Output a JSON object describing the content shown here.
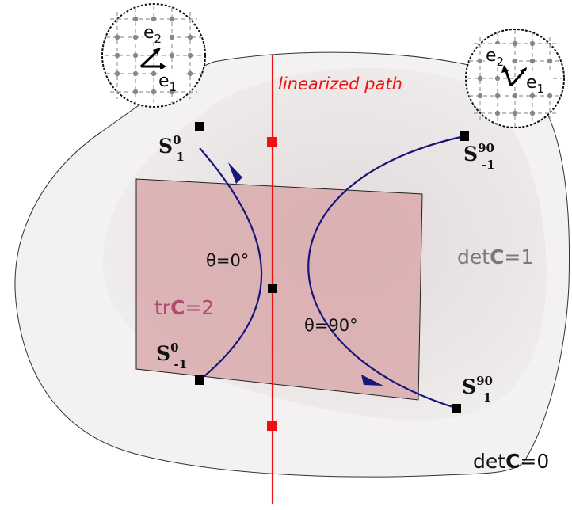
{
  "labels": {
    "linearized_path": "linearized path",
    "det_c_one_prefix": "det",
    "det_c_one_bold": "C",
    "det_c_one_suffix": "=1",
    "det_c_zero_prefix": "det",
    "det_c_zero_bold": "C",
    "det_c_zero_suffix": "=0",
    "tr_c_prefix": "tr",
    "tr_c_bold": "C",
    "tr_c_suffix": "=2",
    "theta_0": "θ=0°",
    "theta_90": "θ=90°"
  },
  "points": {
    "s0_1": {
      "base": "S",
      "sup": "0",
      "sub": "1"
    },
    "s0_m1": {
      "base": "S",
      "sup": "0",
      "sub": "-1"
    },
    "s90_m1": {
      "base": "S",
      "sup": "90",
      "sub": "-1"
    },
    "s90_1": {
      "base": "S",
      "sup": "90",
      "sub": "1"
    }
  },
  "lattice_insets": {
    "left": {
      "e1": "e",
      "e1_sub": "1",
      "e2": "e",
      "e2_sub": "2"
    },
    "right": {
      "e1": "e",
      "e1_sub": "1",
      "e2": "e",
      "e2_sub": "2"
    }
  },
  "colors": {
    "path_red": "#ee1111",
    "curve_blue": "#15157a",
    "plane_fill": "#d9a5a8",
    "tr_label": "#b04a72",
    "det_one_label": "#7a7a7a",
    "surface_fill": "#f1efef",
    "surface_inner": "#e4dcdc"
  }
}
